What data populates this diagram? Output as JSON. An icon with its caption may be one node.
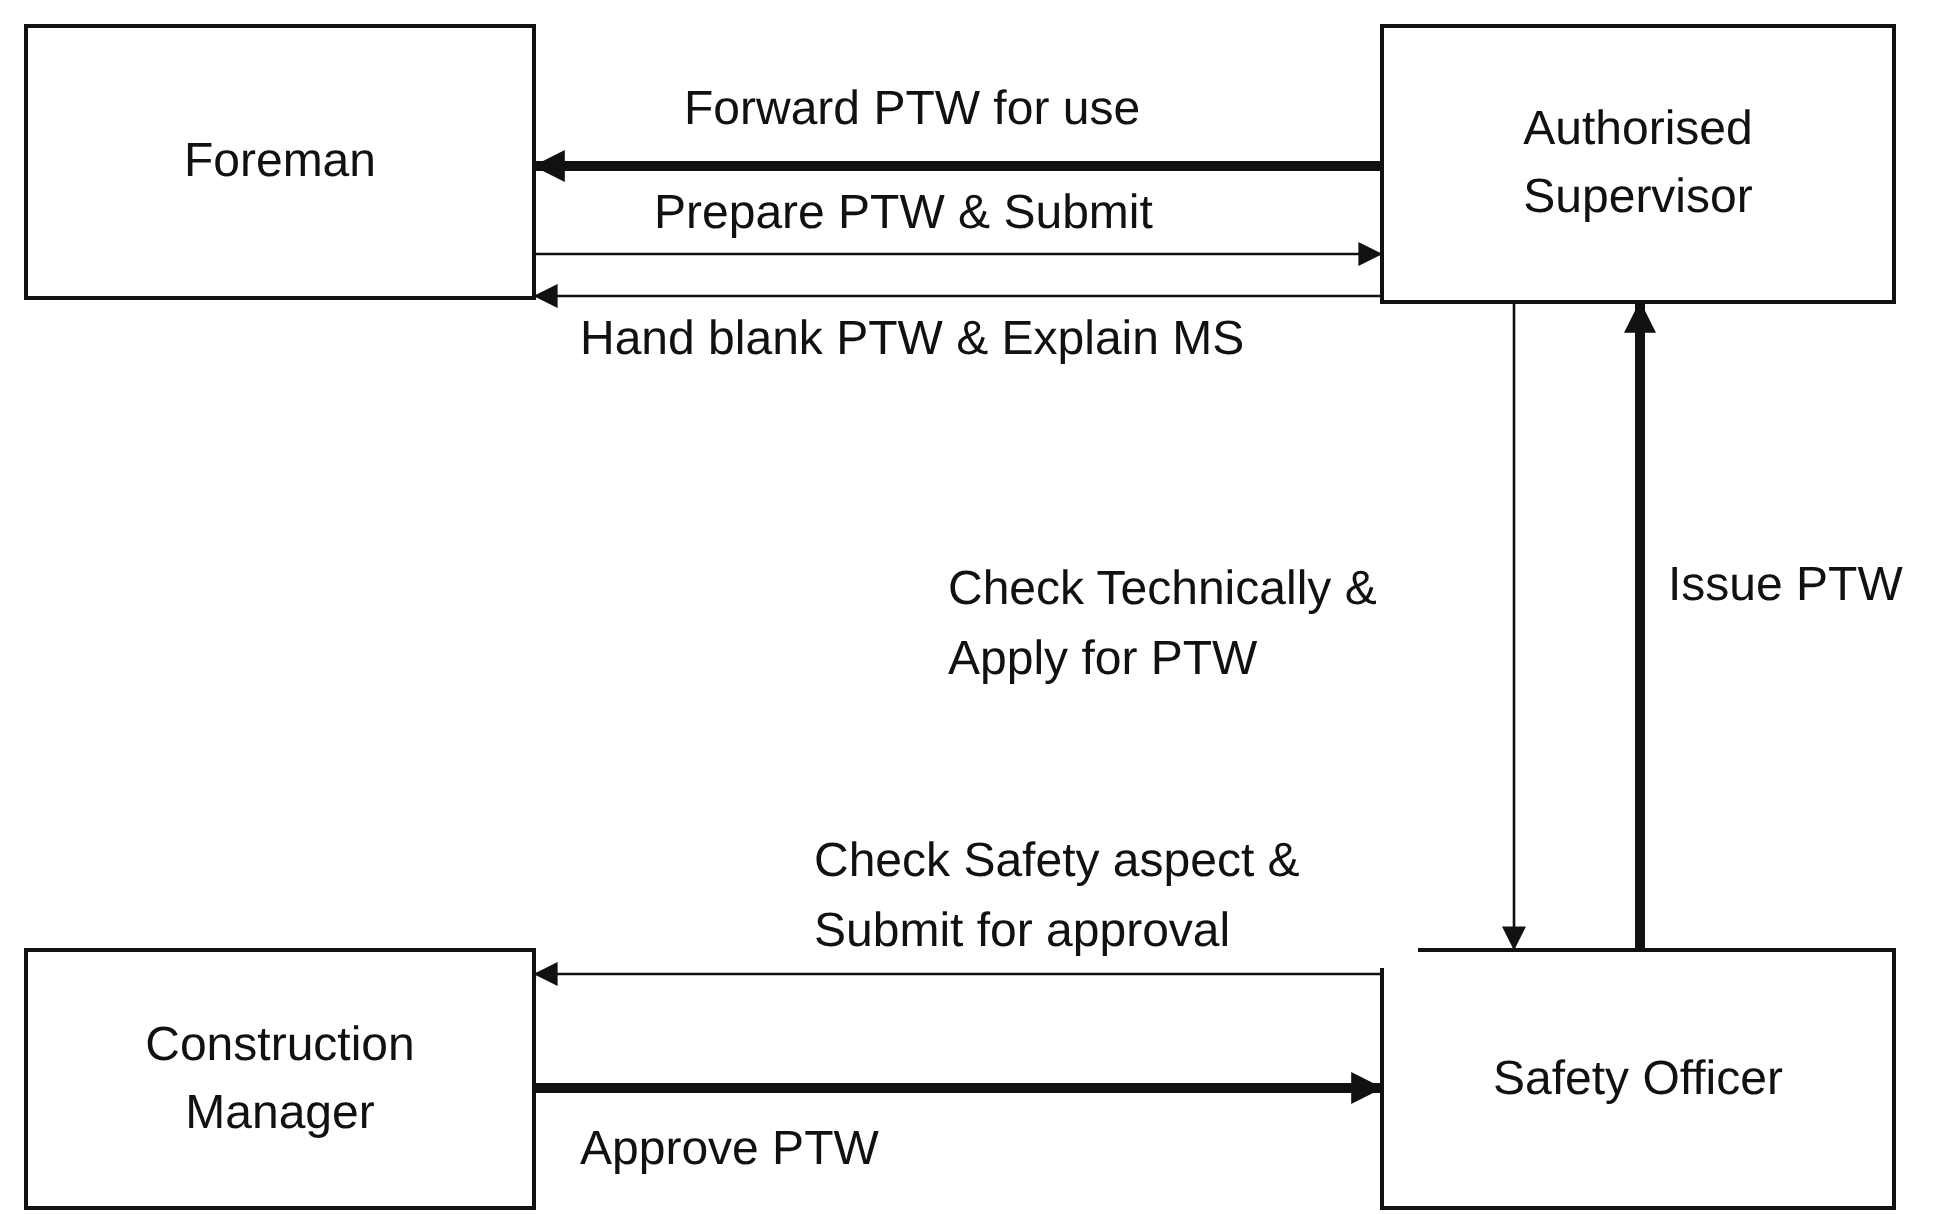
{
  "diagram": {
    "nodes": [
      {
        "text": [
          "Foreman"
        ]
      },
      {
        "text": [
          "Authorised Supervisor"
        ]
      },
      {
        "text": [
          "Construction Manager"
        ]
      },
      {
        "text": [
          "Safety Officer"
        ]
      }
    ],
    "edges": [
      {
        "from": 1,
        "to": 0,
        "arrow": "to",
        "label": "Forward PTW for use",
        "style": "thick"
      },
      {
        "from": 0,
        "to": 1,
        "arrow": "to",
        "label": "Prepare PTW & Submit"
      },
      {
        "from": 1,
        "to": 0,
        "arrow": "to",
        "label": "Hand blank PTW & Explain MS"
      },
      {
        "from": 1,
        "to": 3,
        "arrow": "to",
        "label": "Check Technically & Apply for PTW"
      },
      {
        "from": 3,
        "to": 1,
        "arrow": "to",
        "label": "Issue PTW",
        "style": "thick"
      },
      {
        "from": 3,
        "to": 2,
        "arrow": "to",
        "label": "Check Safety aspect & Submit for approval"
      },
      {
        "from": 2,
        "to": 3,
        "arrow": "to",
        "label": "Approve PTW",
        "style": "thick"
      }
    ]
  }
}
